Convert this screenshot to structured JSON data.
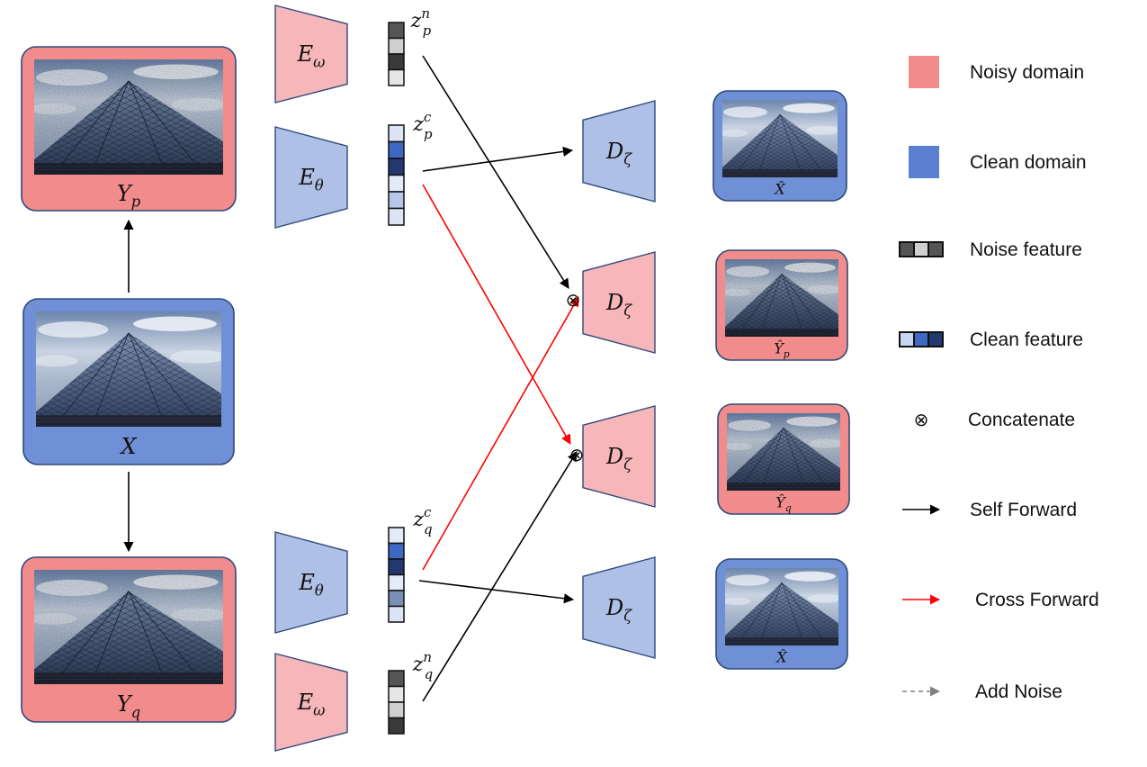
{
  "colors": {
    "noisy_fill": "#f28b8b",
    "noisy_light": "#f7b6b9",
    "clean_fill": "#6f8fd6",
    "clean_light": "#aec0e6",
    "frame_stroke": "#2f4a7a",
    "self_forward": "#000000",
    "cross_forward": "#ff0000",
    "add_noise": "#808080"
  },
  "images": {
    "yp": {
      "label": "Y",
      "sub": "p",
      "domain": "noisy"
    },
    "x": {
      "label": "X",
      "domain": "clean"
    },
    "yq": {
      "label": "Y",
      "sub": "q",
      "domain": "noisy"
    },
    "out_x1": {
      "label": "X̂",
      "domain": "clean"
    },
    "out_yp": {
      "label": "Ŷ",
      "sub": "p",
      "domain": "noisy"
    },
    "out_yq": {
      "label": "Ŷ",
      "sub": "q",
      "domain": "noisy"
    },
    "out_x2": {
      "label": "X̂",
      "domain": "clean"
    }
  },
  "encoders": {
    "e_omega_top": {
      "label": "E",
      "sub": "ω",
      "domain": "noisy"
    },
    "e_theta_top": {
      "label": "E",
      "sub": "θ",
      "domain": "clean"
    },
    "e_theta_bottom": {
      "label": "E",
      "sub": "θ",
      "domain": "clean"
    },
    "e_omega_bottom": {
      "label": "E",
      "sub": "ω",
      "domain": "noisy"
    }
  },
  "decoders": {
    "d1": {
      "label": "D",
      "sub": "ζ",
      "domain": "clean"
    },
    "d2": {
      "label": "D",
      "sub": "ζ",
      "domain": "noisy"
    },
    "d3": {
      "label": "D",
      "sub": "ζ",
      "domain": "noisy"
    },
    "d4": {
      "label": "D",
      "sub": "ζ",
      "domain": "clean"
    }
  },
  "features": {
    "zp_n": {
      "label": "z",
      "sup": "n",
      "sub": "p",
      "type": "noise",
      "cells": [
        "#555555",
        "#cfcfcf",
        "#3a3a3a",
        "#e6e6e6"
      ]
    },
    "zp_c": {
      "label": "z",
      "sup": "c",
      "sub": "p",
      "type": "clean",
      "cells": [
        "#dbe3f5",
        "#3f68c4",
        "#22386e",
        "#e4ebf8",
        "#b8c7e8",
        "#dbe3f5"
      ]
    },
    "zq_c": {
      "label": "z",
      "sup": "c",
      "sub": "q",
      "type": "clean",
      "cells": [
        "#e4ebf8",
        "#3f68c4",
        "#22386e",
        "#e4ebf8",
        "#7a8fb5",
        "#dbe3f5"
      ]
    },
    "zq_n": {
      "label": "z",
      "sup": "n",
      "sub": "q",
      "type": "noise",
      "cells": [
        "#555555",
        "#e6e6e6",
        "#cfcfcf",
        "#3a3a3a"
      ]
    }
  },
  "concat_symbol": "⊗",
  "legend": [
    {
      "kind": "swatch",
      "color": "#f28b8b",
      "text": "Noisy domain"
    },
    {
      "kind": "swatch",
      "color": "#5b7fd1",
      "text": "Clean domain"
    },
    {
      "kind": "noise-bar",
      "text": "Noise feature"
    },
    {
      "kind": "clean-bar",
      "text": "Clean feature"
    },
    {
      "kind": "concat",
      "text": "Concatenate"
    },
    {
      "kind": "arrow-black",
      "text": "Self Forward"
    },
    {
      "kind": "arrow-red",
      "text": "Cross Forward"
    },
    {
      "kind": "arrow-dashed",
      "text": "Add Noise"
    }
  ]
}
